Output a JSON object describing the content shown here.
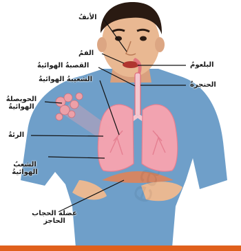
{
  "labels": {
    "nose": "الأنفُ",
    "mouth": "الفمُ",
    "trachea": "القصبةُ الهوائيةُ",
    "bronchiole": "الشعيبةُ الهوائيةُ",
    "alveoli": "الحويصلةُ الهوائيةُ",
    "lung": "الرئةُ",
    "bronchi": "الشعبُ الهوائيةُ",
    "diaphragm": "عضلة الحجاب الحاجز",
    "pharynx": "البلعومُ",
    "larynx": "الحنجرةُ"
  },
  "colors": {
    "shirt": "#6f9fc9",
    "skin": "#e9b892",
    "hair": "#2a1a12",
    "lung": "#f2a3b0",
    "airway": "#e06a7a",
    "diaphragm": "#d9855f",
    "bottom_bar": "#e0601c"
  }
}
